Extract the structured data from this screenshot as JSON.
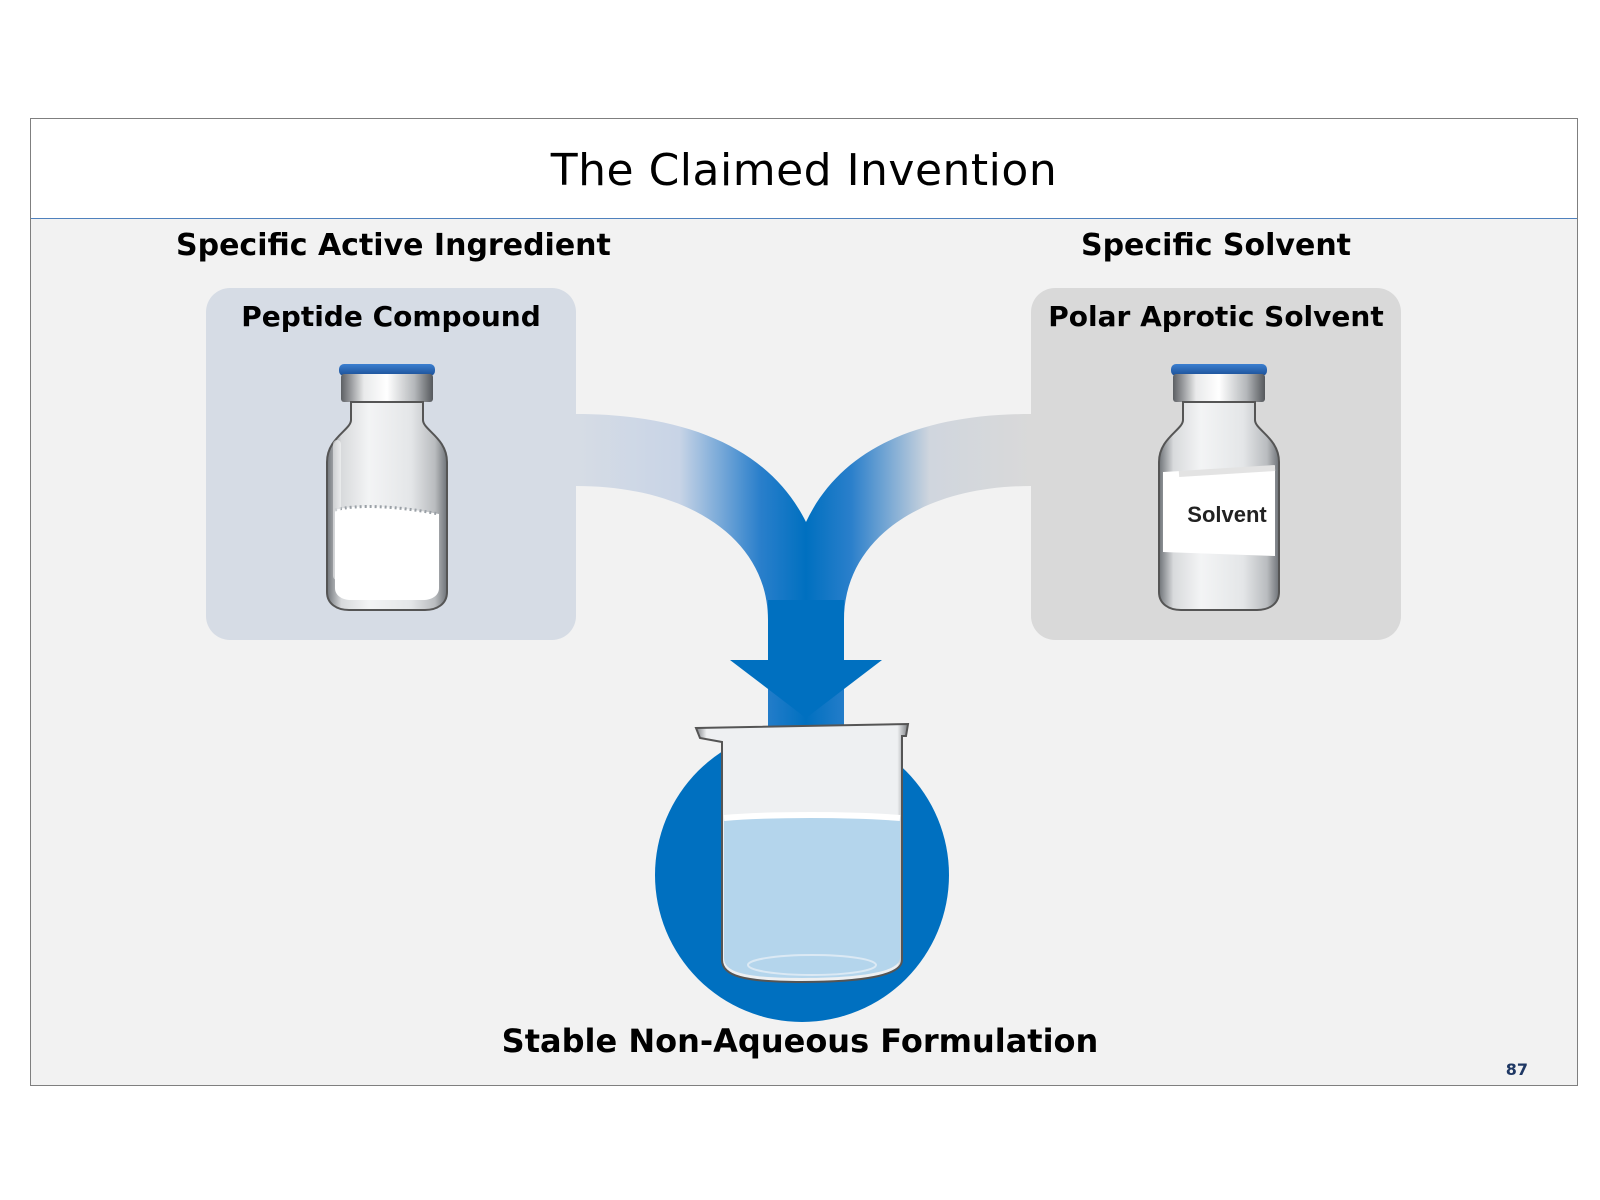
{
  "slide": {
    "title": "The Claimed Invention",
    "page_number": "87"
  },
  "left": {
    "heading": "Specific Active Ingredient",
    "panel_label": "Peptide Compound"
  },
  "right": {
    "heading": "Specific Solvent",
    "panel_label": "Polar Aprotic Solvent",
    "vial_label": "Solvent"
  },
  "result": {
    "label": "Stable Non-Aqueous Formulation"
  },
  "colors": {
    "accent_blue": "#0070c0",
    "left_panel": "#d6dce5",
    "right_panel": "#d9d9d9",
    "slide_bg": "#f2f2f2",
    "liquid": "#b4d5ec"
  }
}
